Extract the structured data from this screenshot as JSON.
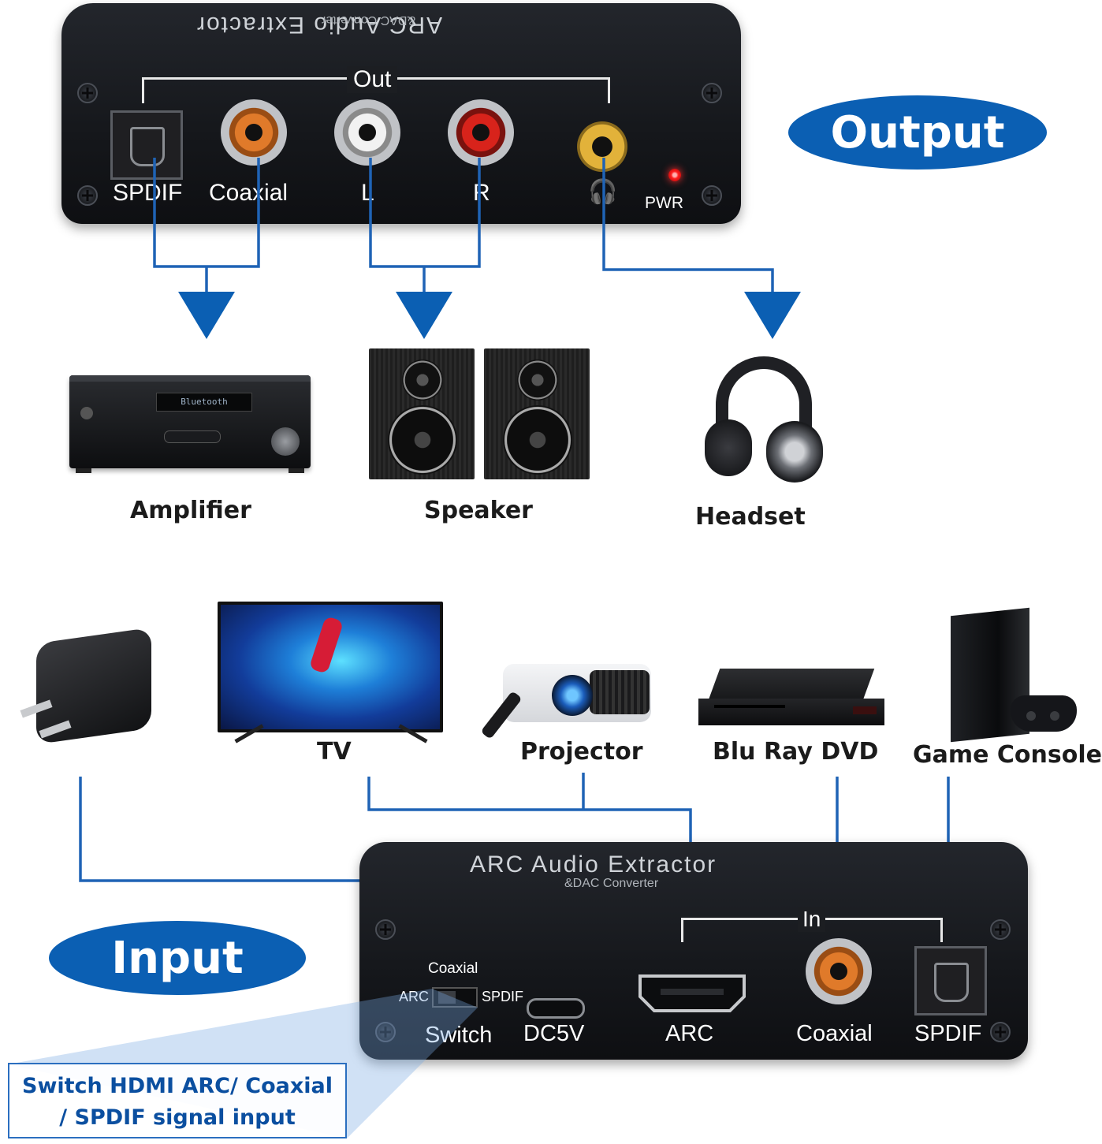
{
  "output_device": {
    "brand_line1": "ARC Audio Extractor",
    "brand_line2": "&DAC Converter",
    "out_label": "Out",
    "ports": {
      "spdif": "SPDIF",
      "coaxial": "Coaxial",
      "left": "L",
      "right": "R",
      "pwr": "PWR"
    }
  },
  "output_badge": "Output",
  "output_targets": {
    "amplifier": "Amplifier",
    "speaker": "Speaker",
    "headset": "Headset"
  },
  "amplifier_display": "Bluetooth",
  "input_sources": {
    "tv": "TV",
    "projector": "Projector",
    "bluray": "Blu Ray DVD",
    "console": "Game Console"
  },
  "input_device": {
    "brand_line1": "ARC Audio Extractor",
    "brand_line2": "&DAC Converter",
    "in_label": "In",
    "switch_top": "Coaxial",
    "switch_left": "ARC",
    "switch_right": "SPDIF",
    "ports": {
      "switch": "Switch",
      "dc5v": "DC5V",
      "arc": "ARC",
      "coaxial": "Coaxial",
      "spdif": "SPDIF"
    }
  },
  "input_badge": "Input",
  "note": {
    "line1": "Switch HDMI ARC/ Coaxial",
    "line2": "/ SPDIF signal input"
  },
  "colors": {
    "accent_blue": "#0b5fb3",
    "line_blue": "#1f63b5",
    "device_body": "#16181c",
    "jack_orange": "#e07a2a",
    "jack_red": "#d8231b",
    "jack_gold": "#e2b23a",
    "pwr_led": "#ff2020"
  }
}
